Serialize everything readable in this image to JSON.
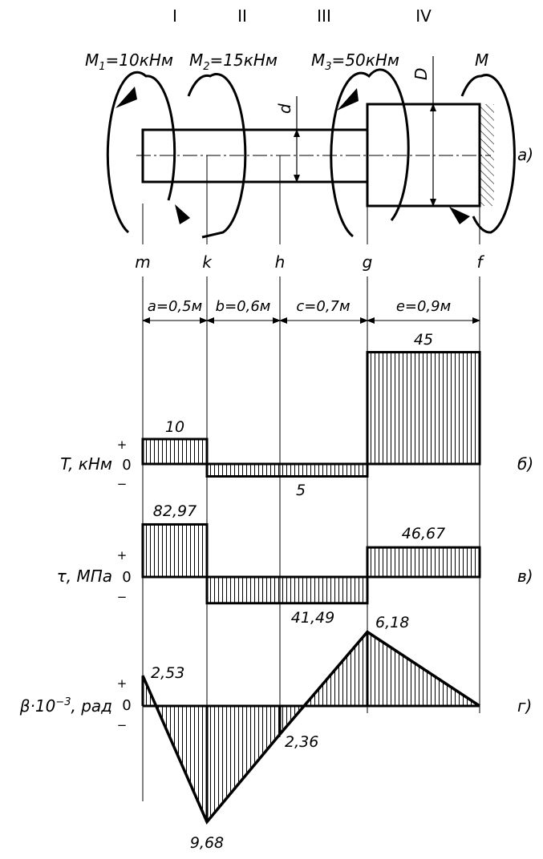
{
  "sections": [
    "I",
    "II",
    "III",
    "IV"
  ],
  "moments": [
    {
      "pre": "M",
      "sub": "1",
      "post": "=10кНм"
    },
    {
      "pre": "M",
      "sub": "2",
      "post": "=15кНм"
    },
    {
      "pre": "M",
      "sub": "3",
      "post": "=50кНм"
    },
    {
      "pre": "M",
      "sub": "",
      "post": ""
    }
  ],
  "shaft": {
    "small_diameter": "d",
    "large_diameter": "D",
    "figure_tag": "а)"
  },
  "points": [
    "m",
    "k",
    "h",
    "g",
    "f"
  ],
  "dimensions": [
    "a=0,5м",
    "b=0,6м",
    "c=0,7м",
    "e=0,9м"
  ],
  "diagrams": [
    {
      "id": "torque",
      "axis_label": "T, кНм",
      "tag": "б)",
      "plus": "+",
      "zero": "0",
      "minus": "−",
      "labels": [
        "10",
        "5",
        "45"
      ],
      "segments": [
        {
          "from": "m",
          "to": "k",
          "value": 10
        },
        {
          "from": "k",
          "to": "g",
          "value": -5
        },
        {
          "from": "g",
          "to": "f",
          "value": 45
        }
      ]
    },
    {
      "id": "stress",
      "axis_label": "τ, МПа",
      "tag": "в)",
      "plus": "+",
      "zero": "0",
      "minus": "−",
      "labels": [
        "82,97",
        "41,49",
        "46,67"
      ],
      "segments": [
        {
          "from": "m",
          "to": "k",
          "value": 82.97
        },
        {
          "from": "k",
          "to": "g",
          "value": -41.49
        },
        {
          "from": "g",
          "to": "f",
          "value": 46.67
        }
      ]
    },
    {
      "id": "angle",
      "axis_label_pre": "β·10",
      "axis_label_sup": "−3",
      "axis_label_post": ", рад",
      "tag": "г)",
      "plus": "+",
      "zero": "0",
      "minus": "−",
      "labels": [
        "2,53",
        "9,68",
        "2,36",
        "6,18"
      ],
      "points": [
        {
          "at": "m",
          "value": 2.53
        },
        {
          "at": "k",
          "value": -9.68
        },
        {
          "at": "h",
          "value": -2.36
        },
        {
          "at": "g",
          "value": 6.18
        },
        {
          "at": "f",
          "value": 0
        }
      ]
    }
  ]
}
